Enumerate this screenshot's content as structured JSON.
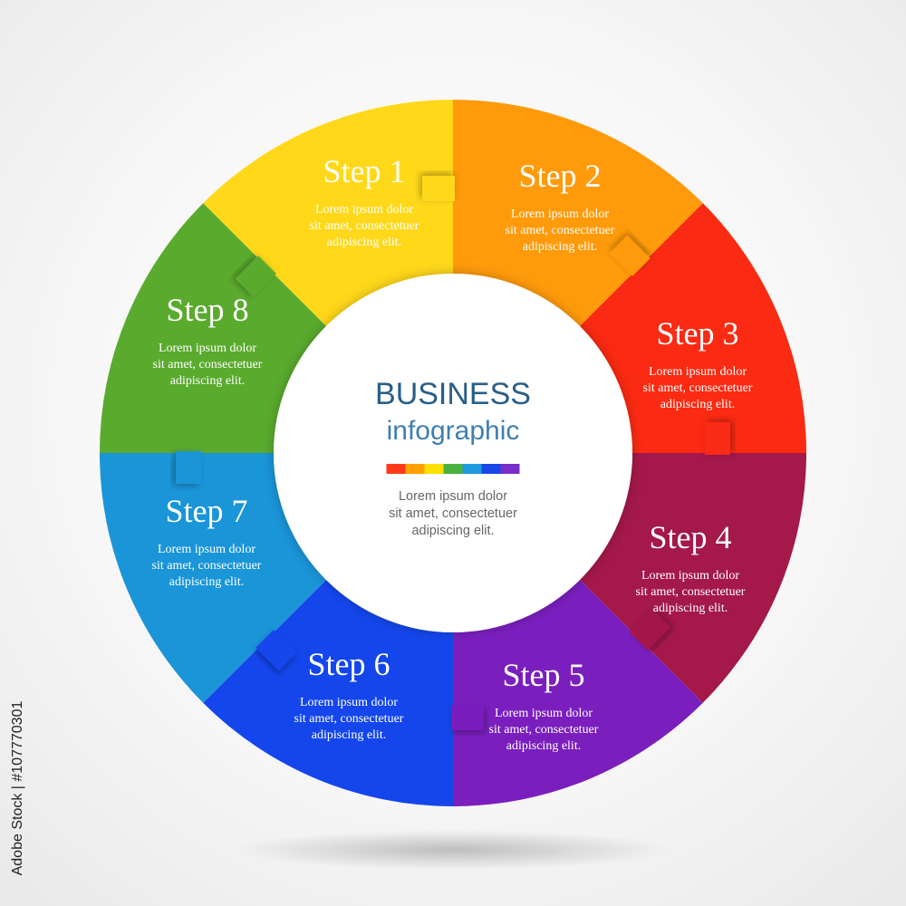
{
  "center": {
    "title": "BUSINESS",
    "subtitle": "infographic",
    "text_lines": [
      "Lorem ipsum dolor",
      "sit amet, consectetuer",
      "adipiscing elit."
    ]
  },
  "colors": {
    "center_title": "#2a5e86",
    "center_subtitle": "#3f7fb0",
    "center_text": "#666666",
    "color_bar": [
      "#ff3a1a",
      "#ffa000",
      "#ffe000",
      "#4cb040",
      "#1e9be0",
      "#1a46e8",
      "#7a2ec8"
    ]
  },
  "steps": [
    {
      "title": "Step 1",
      "text_lines": [
        "Lorem ipsum dolor",
        "sit amet, consectetuer",
        "adipiscing elit."
      ],
      "color": "#ffd81a"
    },
    {
      "title": "Step 2",
      "text_lines": [
        "Lorem ipsum dolor",
        "sit amet, consectetuer",
        "adipiscing elit."
      ],
      "color": "#ff9a0a"
    },
    {
      "title": "Step 3",
      "text_lines": [
        "Lorem ipsum dolor",
        "sit amet, consectetuer",
        "adipiscing elit."
      ],
      "color": "#fb2a12"
    },
    {
      "title": "Step 4",
      "text_lines": [
        "Lorem ipsum dolor",
        "sit amet, consectetuer",
        "adipiscing elit."
      ],
      "color": "#a4184a"
    },
    {
      "title": "Step 5",
      "text_lines": [
        "Lorem ipsum dolor",
        "sit amet, consectetuer",
        "adipiscing elit."
      ],
      "color": "#7a1fbe"
    },
    {
      "title": "Step 6",
      "text_lines": [
        "Lorem ipsum dolor",
        "sit amet, consectetuer",
        "adipiscing elit."
      ],
      "color": "#1446ec"
    },
    {
      "title": "Step 7",
      "text_lines": [
        "Lorem ipsum dolor",
        "sit amet, consectetuer",
        "adipiscing elit."
      ],
      "color": "#1a95d8"
    },
    {
      "title": "Step 8",
      "text_lines": [
        "Lorem ipsum dolor",
        "sit amet, consectetuer",
        "adipiscing elit."
      ],
      "color": "#5aaa2e"
    }
  ],
  "watermark": {
    "side_id": "Adobe Stock | #107770301"
  }
}
